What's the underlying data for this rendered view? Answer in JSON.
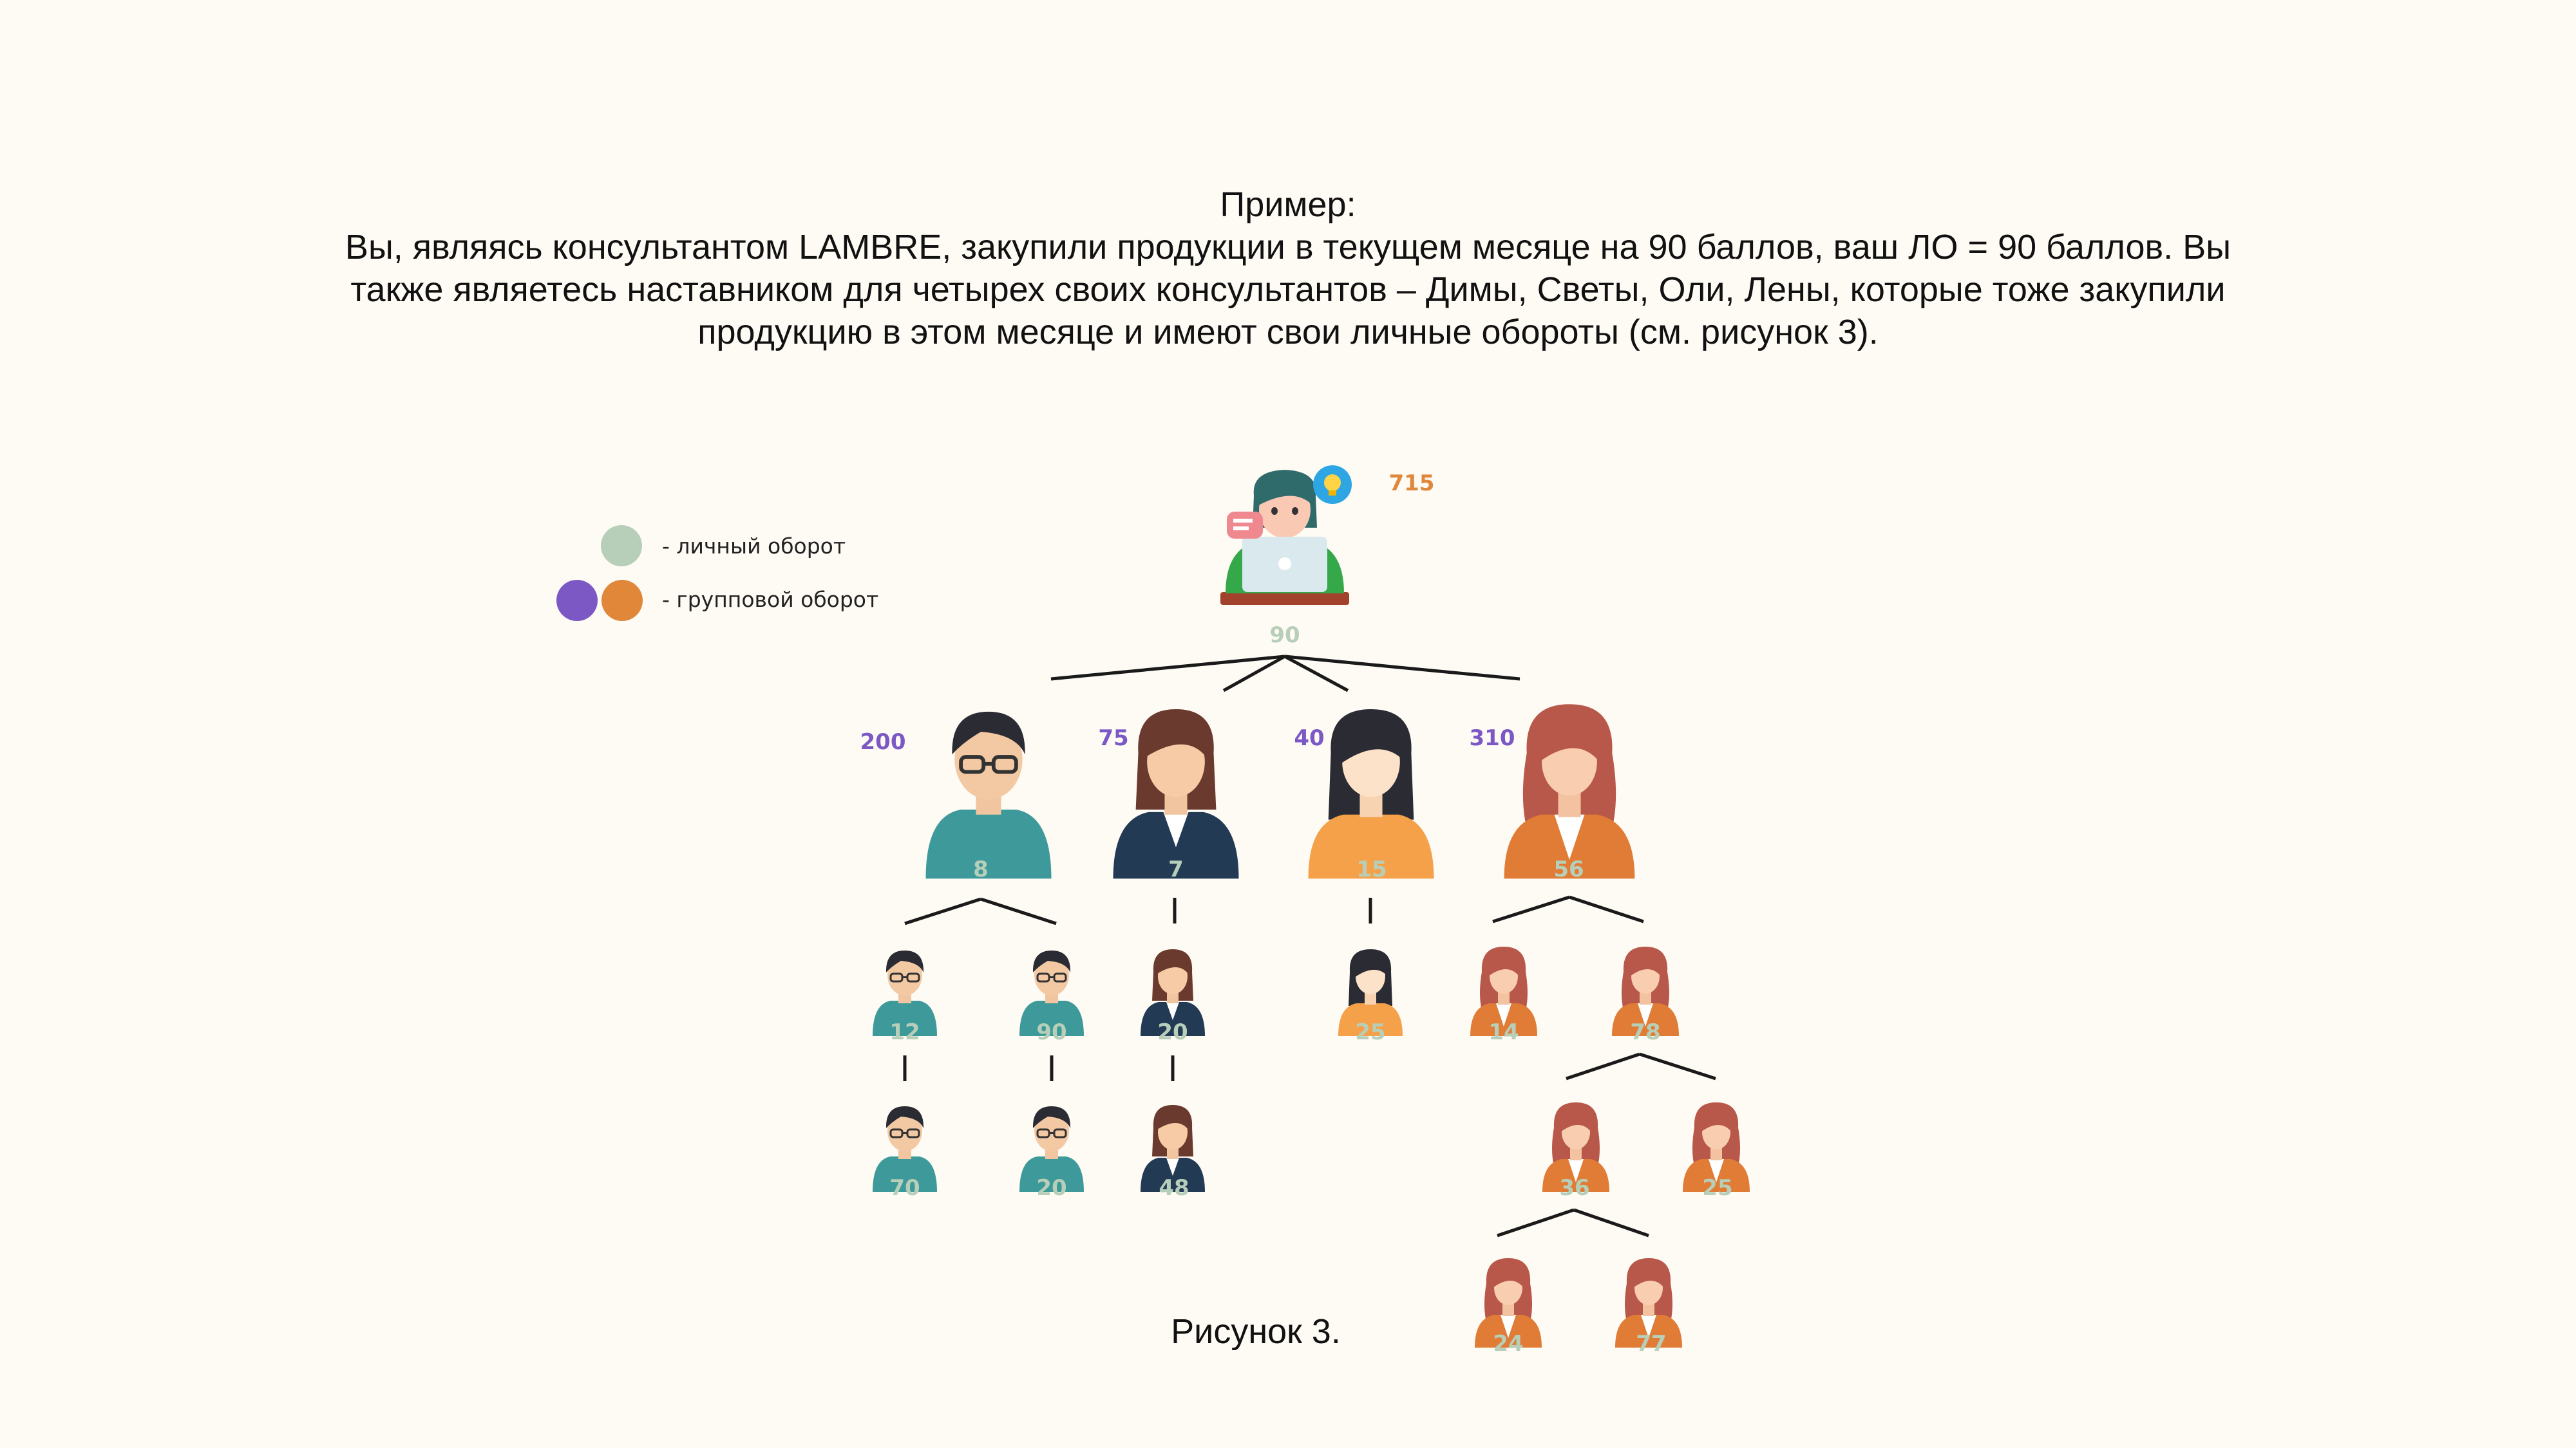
{
  "intro": {
    "title": "Пример:",
    "line1": "Вы, являясь консультантом LAMBRE, закупили продукции в текущем месяце на 90 баллов, ваш ЛО = 90 баллов. Вы",
    "line2": "также являетесь наставником для четырех своих консультантов – Димы, Светы, Оли, Лены, которые тоже закупили",
    "line3": "продукцию в этом месяце и имеют свои личные обороты (см. рисунок 3)."
  },
  "legend": {
    "personal": "- личный оборот",
    "group": "- групповой оборот"
  },
  "colors": {
    "personal": "#b7cfb9",
    "group_purple": "#7b58c4",
    "group_orange": "#e0873a",
    "line": "#1a1a1a"
  },
  "tree": {
    "root": {
      "icon": "girl-laptop-icon",
      "personal": "90",
      "group": "715"
    },
    "children": [
      {
        "icon": "man-glasses-icon",
        "personal": "8",
        "group": "200"
      },
      {
        "icon": "woman-suit-icon",
        "personal": "7",
        "group": "75"
      },
      {
        "icon": "woman-dark-hair-icon",
        "personal": "15",
        "group": "40"
      },
      {
        "icon": "woman-red-hair-icon",
        "personal": "56",
        "group": "310"
      }
    ],
    "level3": [
      "12",
      "90",
      "20",
      "25",
      "14",
      "78"
    ],
    "level4": [
      "70",
      "20",
      "48",
      "36",
      "25"
    ],
    "level5": [
      "24",
      "77"
    ]
  },
  "caption": "Рисунок 3."
}
